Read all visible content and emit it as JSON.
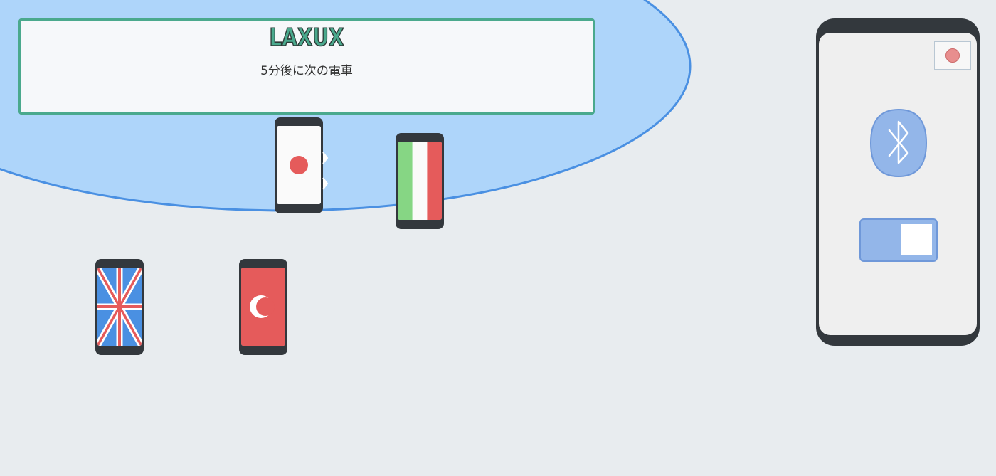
{
  "sign": {
    "title": "LAXUX",
    "subtitle": "5分後に次の電車"
  },
  "phones": [
    {
      "flag": "japan",
      "icon": "japan-flag-icon"
    },
    {
      "flag": "italy",
      "icon": "italy-flag-icon"
    },
    {
      "flag": "uk",
      "icon": "uk-flag-icon"
    },
    {
      "flag": "turkey",
      "icon": "turkey-flag-icon"
    }
  ],
  "main_phone": {
    "language_flag": "japan",
    "bluetooth_icon": "bluetooth-icon",
    "toggle_state": "on"
  },
  "colors": {
    "background": "#e8ecef",
    "beacon_fill": "#aed5fa",
    "beacon_stroke": "#4a90e2",
    "sign_border": "#4aa98d",
    "phone_body": "#33383d",
    "flag_red": "#e55b5b",
    "flag_green": "#86d684",
    "uk_blue": "#4a90e2",
    "bluetooth_blue": "#93b6e9",
    "toggle_blue": "#93b6e9"
  }
}
